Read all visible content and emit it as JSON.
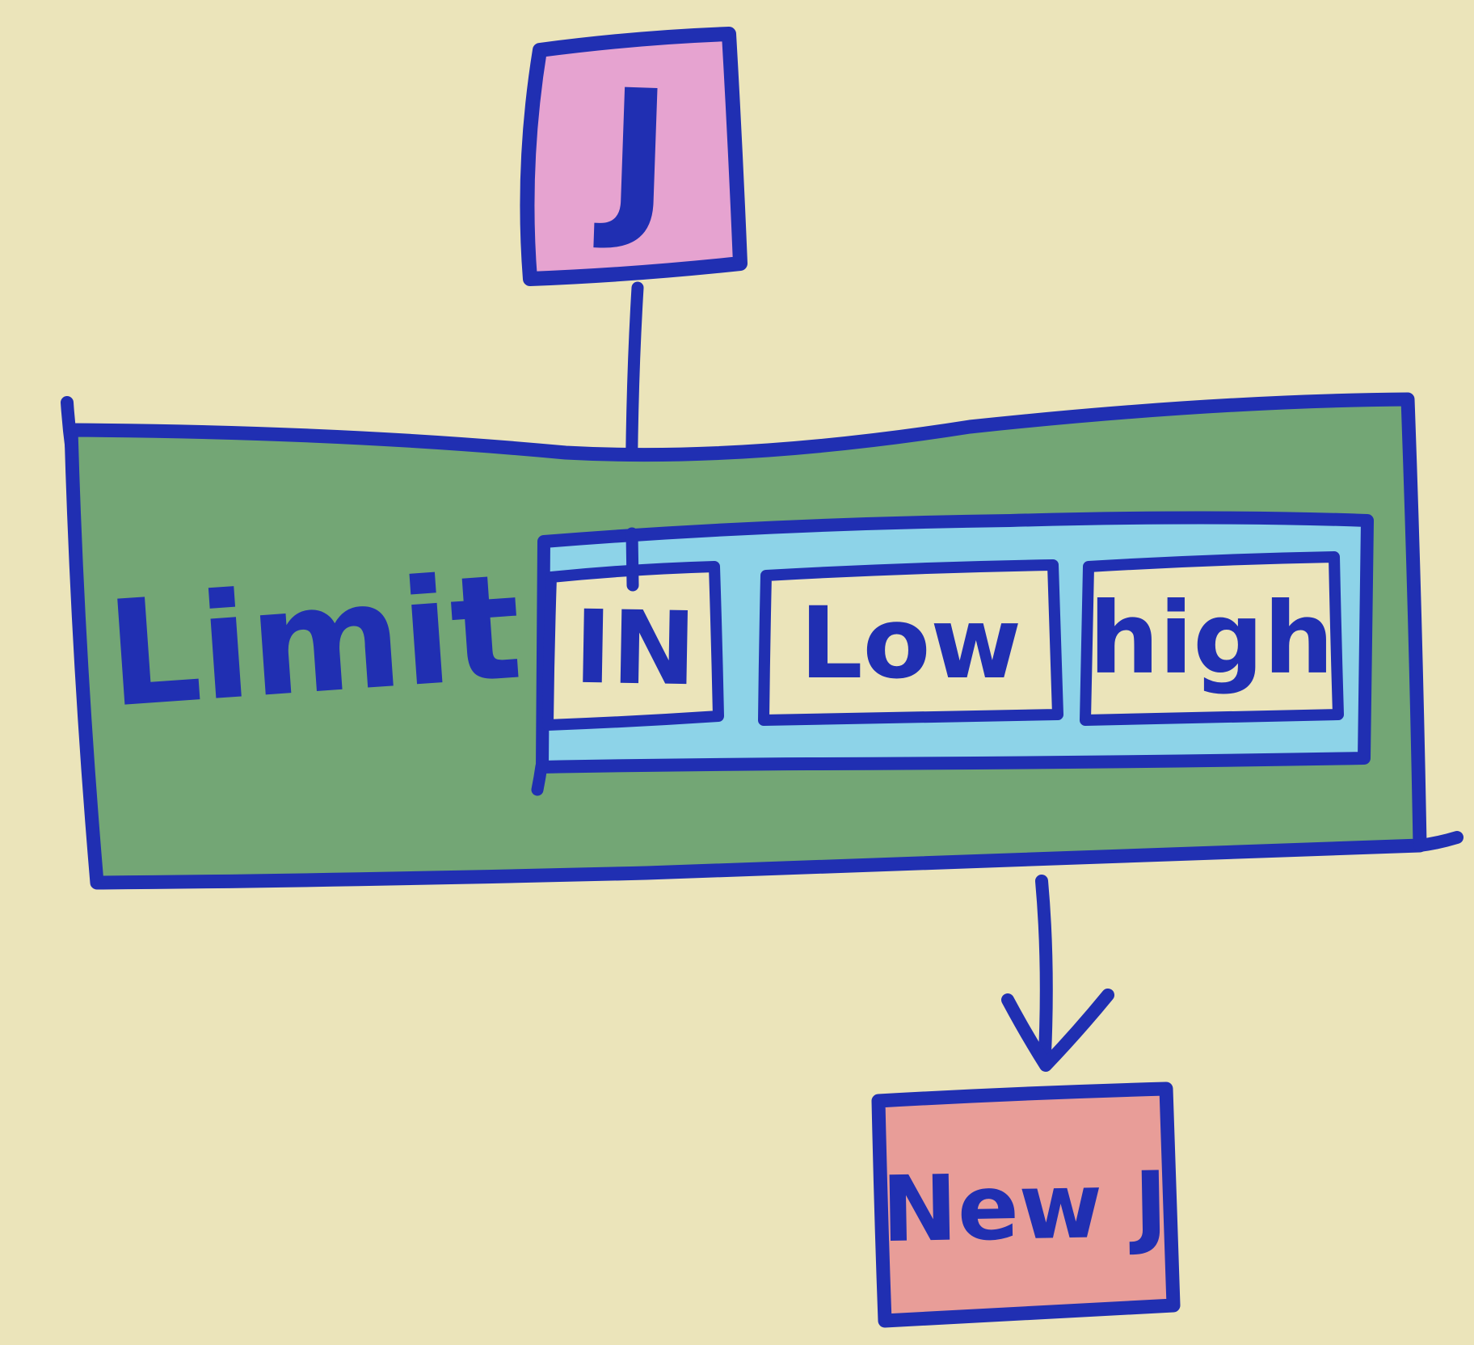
{
  "diagram": {
    "kind": "hand-drawn flow diagram",
    "nodes": {
      "j": {
        "label": "J"
      },
      "limit": {
        "label": "Limit"
      },
      "args": {
        "in": {
          "label": "IN"
        },
        "low": {
          "label": "Low"
        },
        "high": {
          "label": "high"
        }
      },
      "new_j": {
        "label": "New J"
      }
    },
    "edges": [
      {
        "from": "j",
        "to": "in"
      },
      {
        "from": "limit",
        "to": "new_j"
      }
    ],
    "colors": {
      "background": "#ebe4ba",
      "ink": "#202fb2",
      "j_box_fill": "#e6a3d0",
      "limit_box_fill": "#73a675",
      "args_strip_fill": "#8dd3e8",
      "arg_box_fill": "#ebe4ba",
      "new_j_box_fill": "#e89d98"
    }
  }
}
